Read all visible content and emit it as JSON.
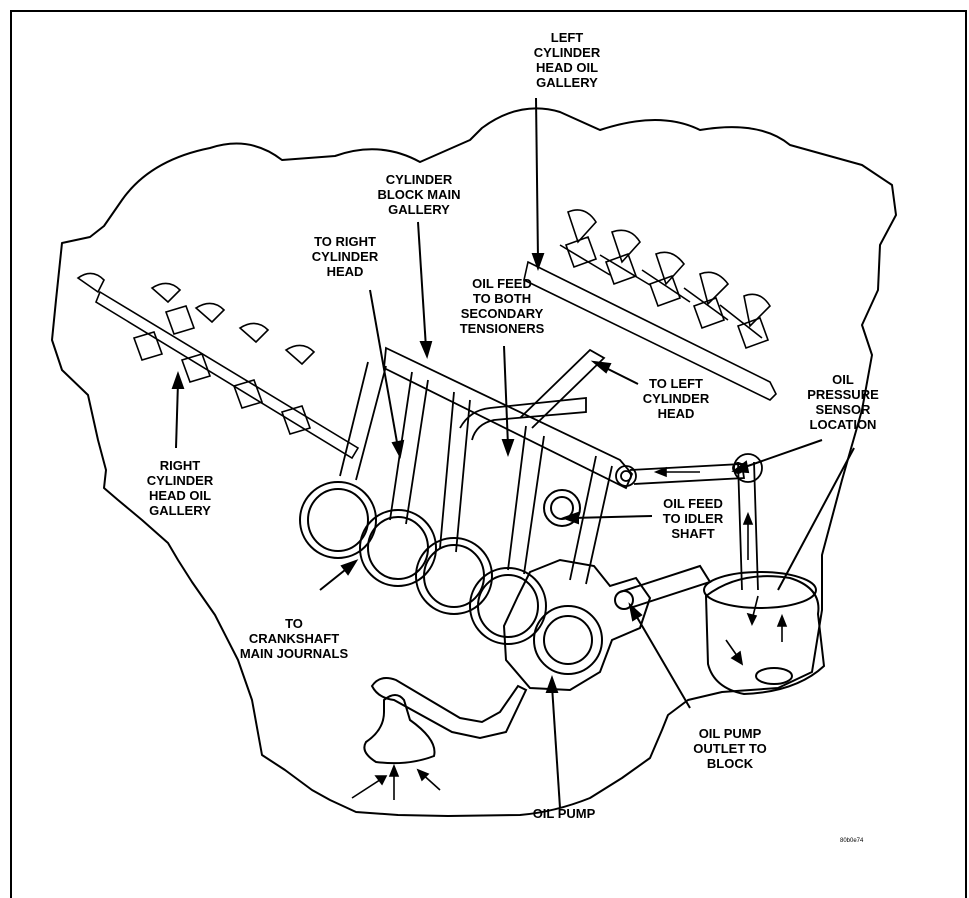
{
  "labels": {
    "left_head_gallery": [
      "LEFT",
      "CYLINDER",
      "HEAD OIL",
      "GALLERY"
    ],
    "block_main_gallery": [
      "CYLINDER",
      "BLOCK MAIN",
      "GALLERY"
    ],
    "to_right_head": [
      "TO RIGHT",
      "CYLINDER",
      "HEAD"
    ],
    "oil_feed_tensioners": [
      "OIL FEED",
      "TO BOTH",
      "SECONDARY",
      "TENSIONERS"
    ],
    "to_left_head": [
      "TO LEFT",
      "CYLINDER",
      "HEAD"
    ],
    "oil_pressure_sensor": [
      "OIL",
      "PRESSURE",
      "SENSOR",
      "LOCATION"
    ],
    "right_head_gallery": [
      "RIGHT",
      "CYLINDER",
      "HEAD OIL",
      "GALLERY"
    ],
    "oil_feed_idler": [
      "OIL FEED",
      "TO IDLER",
      "SHAFT"
    ],
    "to_crankshaft": [
      "TO",
      "CRANKSHAFT",
      "MAIN JOURNALS"
    ],
    "oil_pump_outlet": [
      "OIL PUMP",
      "OUTLET TO",
      "BLOCK"
    ],
    "oil_pump": [
      "OIL PUMP"
    ]
  },
  "figure_code": "80b0e74"
}
